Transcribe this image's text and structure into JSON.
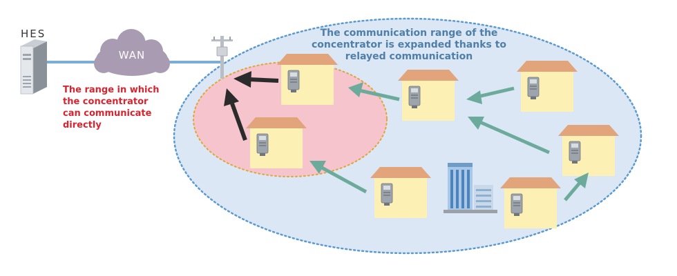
{
  "labels": {
    "hes": "HES",
    "wan": "WAN",
    "direct_range": "The range in which\nthe concentrator\ncan communicate\ndirectly",
    "relayed_range": "The communication range of the\nconcentrator is expanded thanks to\nrelayed communication"
  },
  "icons": [
    "server-icon",
    "cloud-icon",
    "utility-pole-icon",
    "house-icon",
    "smart-meter-icon",
    "office-building-icon"
  ],
  "colors": {
    "outer_range_fill": "#dbe7f4",
    "outer_range_border": "#5a9ad0",
    "inner_range_fill": "#f5c4cc",
    "inner_range_border": "#e0a533",
    "wan_line": "#7aaed6",
    "cloud": "#a89bb2",
    "house_wall": "#fdf0b4",
    "house_roof": "#e2a47a",
    "relay_arrow": "#6cab9c",
    "direct_arrow": "#2b2b2b",
    "direct_label_text": "#d9232e",
    "relay_label_text": "#4f7fa8"
  }
}
